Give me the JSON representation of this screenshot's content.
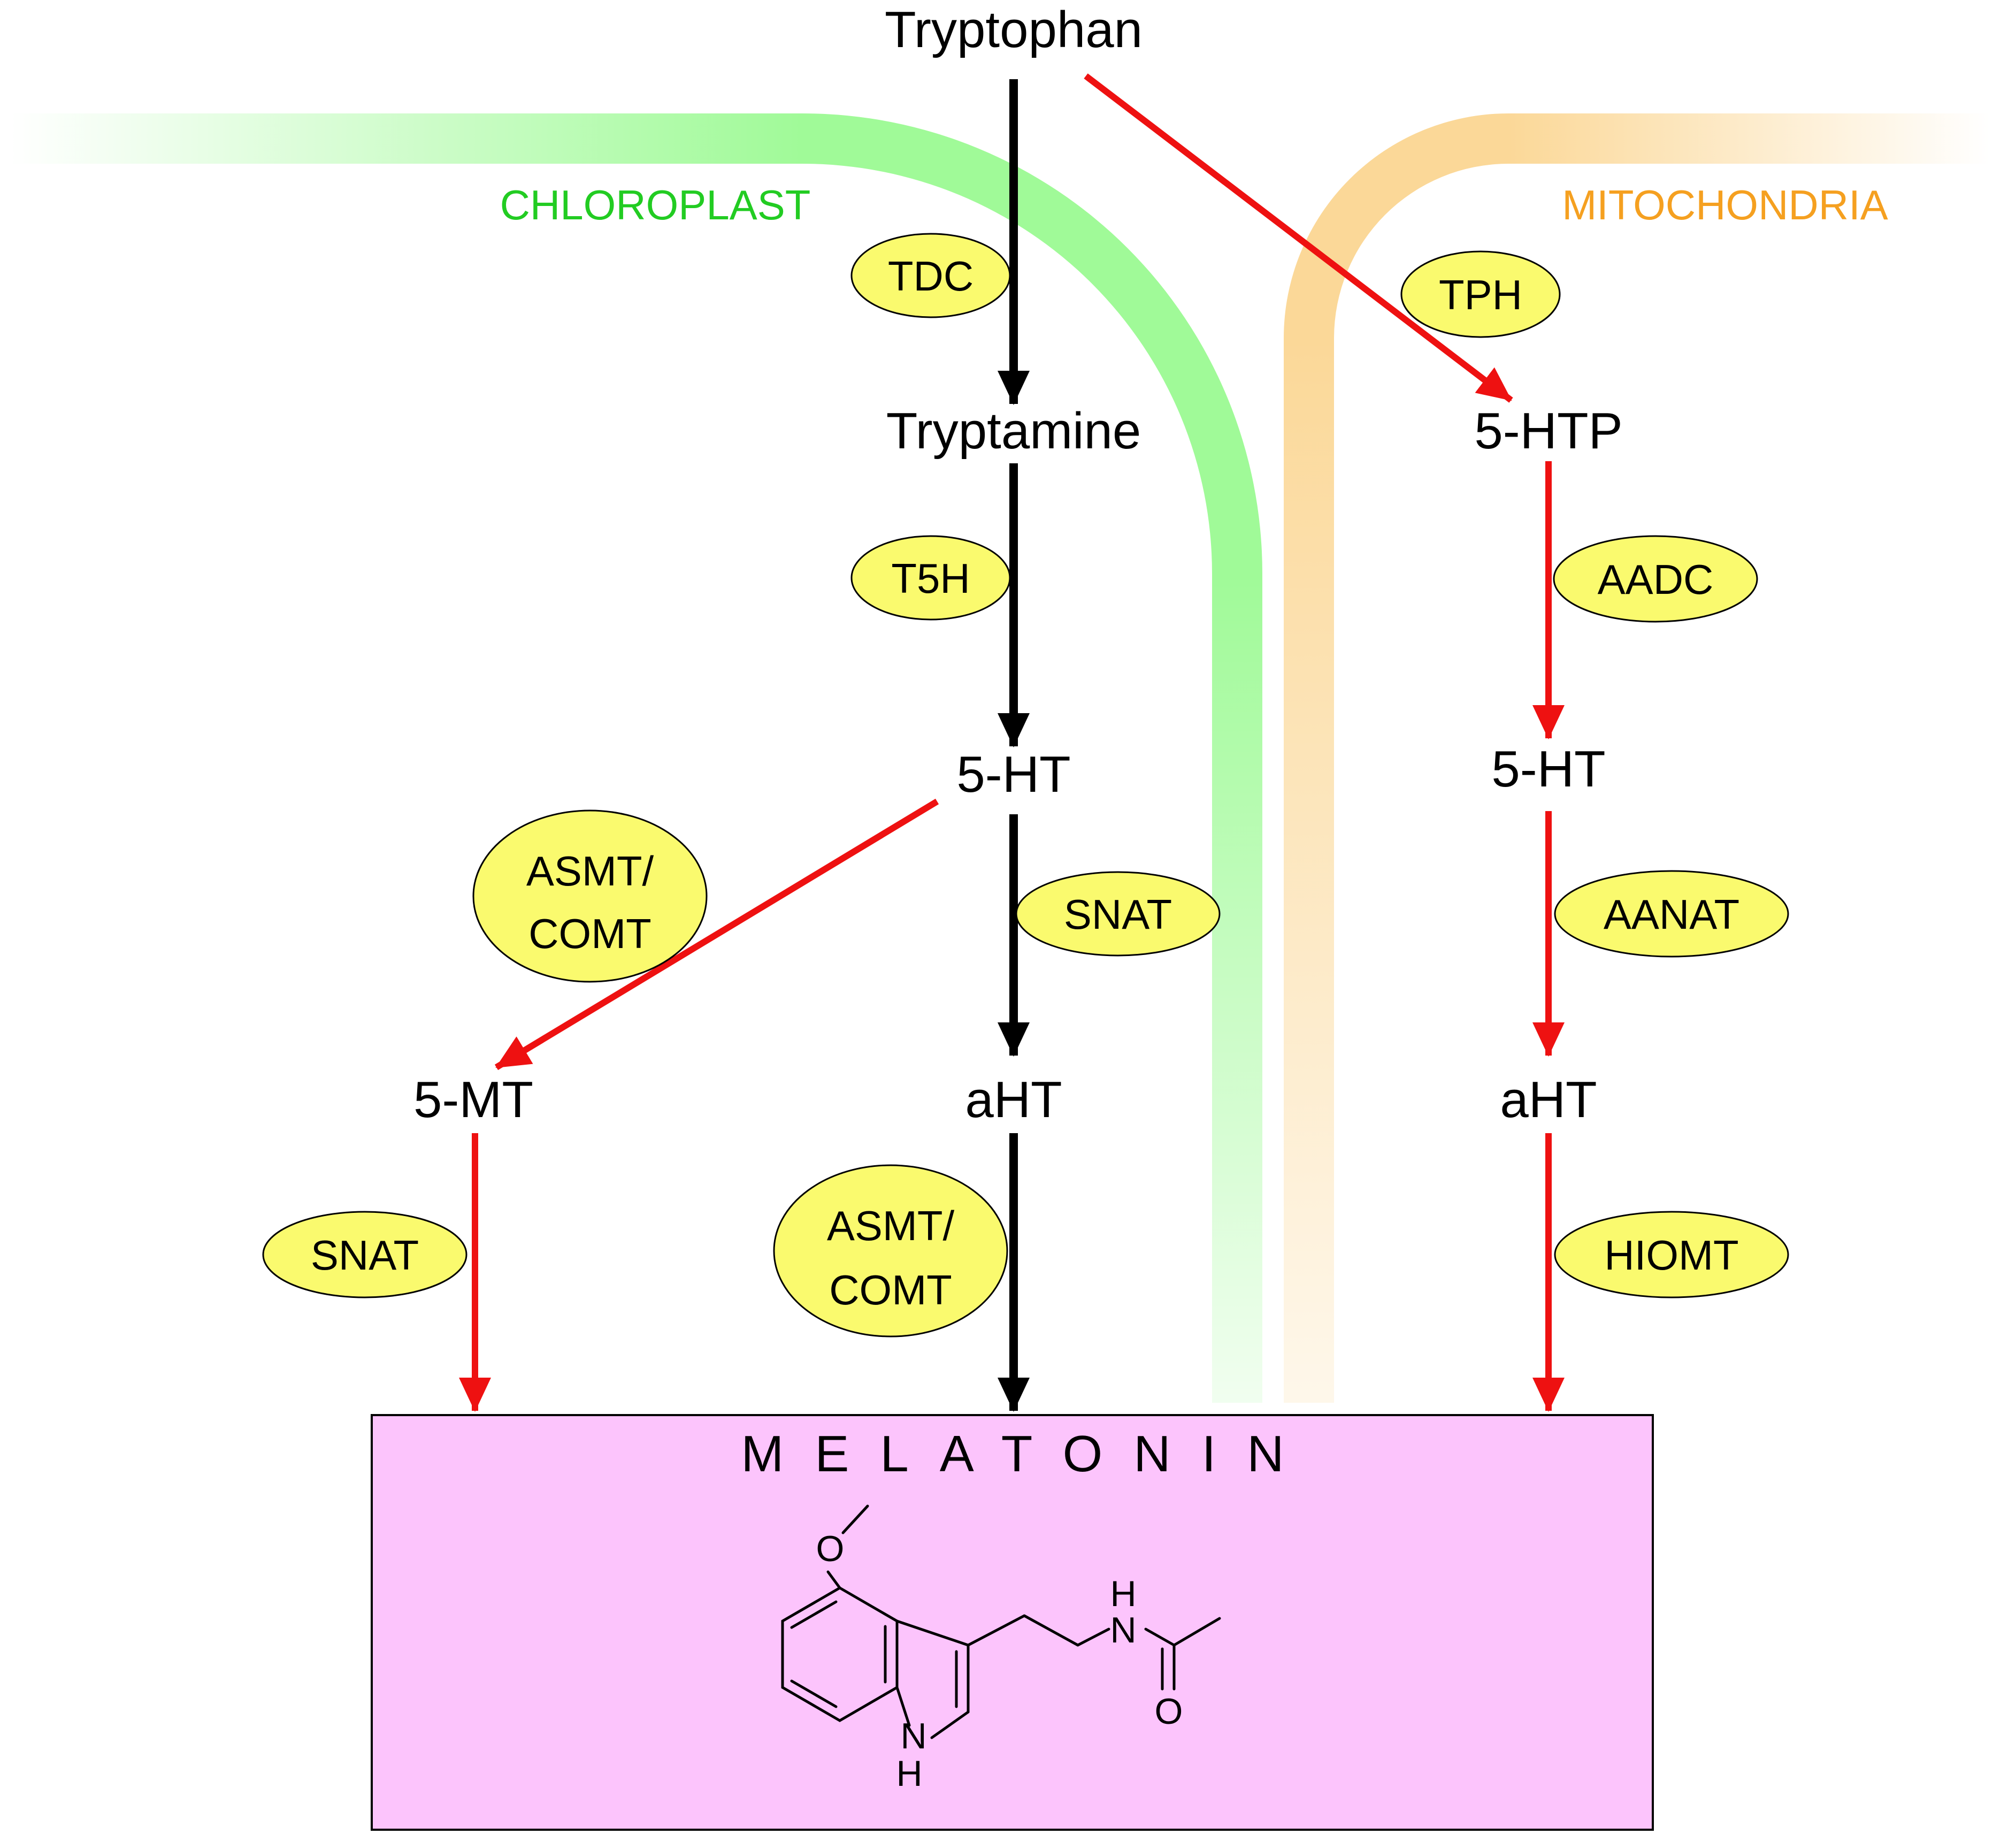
{
  "compartments": {
    "chloroplast": {
      "label": "CHLOROPLAST",
      "color": "#22cc22",
      "band_color": "#a0fa98"
    },
    "mitochondria": {
      "label": "MITOCHONDRIA",
      "color": "#f5a020",
      "band_color": "#fbd898"
    }
  },
  "metabolites": {
    "tryptophan": "Tryptophan",
    "tryptamine": "Tryptamine",
    "serotonin_left": "5-HT",
    "five_mt": "5-MT",
    "aht_left": "aHT",
    "five_htp": "5-HTP",
    "serotonin_right": "5-HT",
    "aht_right": "aHT"
  },
  "enzymes": {
    "tdc": "TDC",
    "t5h": "T5H",
    "snat_mid": "SNAT",
    "asmt_left_1": "ASMT/",
    "asmt_left_2": "COMT",
    "snat_left": "SNAT",
    "asmt_mid_1": "ASMT/",
    "asmt_mid_2": "COMT",
    "tph": "TPH",
    "aadc": "AADC",
    "aanat": "AANAT",
    "hiomt": "HIOMT"
  },
  "product": {
    "title": "MELATONIN",
    "box_color": "#fcc4fc",
    "structure_atoms": {
      "o_methoxy": "O",
      "n_amide": "N",
      "h_amide": "H",
      "o_carbonyl": "O",
      "n_indole": "N",
      "h_indole": "H"
    }
  },
  "colors": {
    "enzyme_fill": "#fafa6e",
    "black_arrow": "#000000",
    "red_arrow": "#ee1111"
  }
}
